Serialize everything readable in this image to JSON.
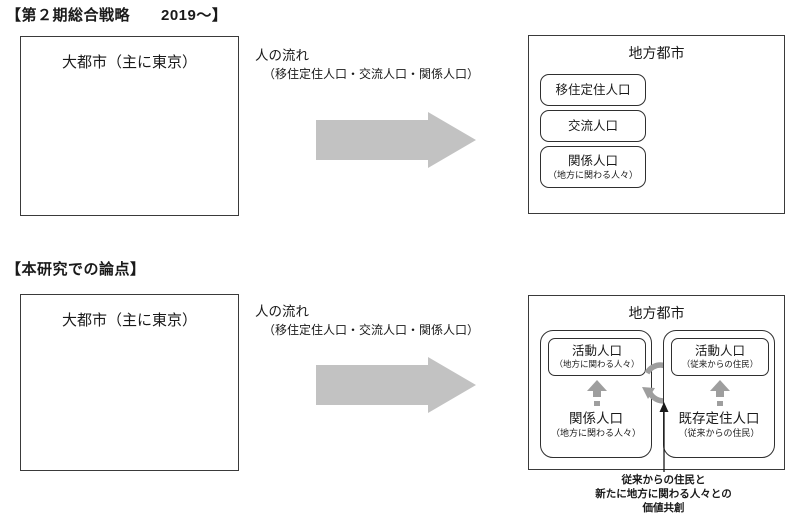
{
  "sections": [
    {
      "heading": "【第２期総合戦略　　2019〜】",
      "origin_box": {
        "label": "大都市（主に東京）"
      },
      "flow": {
        "main": "人の流れ",
        "sub": "（移住定住人口・交流人口・関係人口）",
        "arrow_icon": "right-block-arrow-icon",
        "arrow_color": "#c2c2c2"
      },
      "region_box": {
        "title": "地方都市",
        "items": [
          {
            "main": "移住定住人口",
            "sub": ""
          },
          {
            "main": "交流人口",
            "sub": ""
          },
          {
            "main": "関係人口",
            "sub": "（地方に関わる人々）"
          }
        ]
      }
    },
    {
      "heading": "【本研究での論点】",
      "origin_box": {
        "label": "大都市（主に東京）"
      },
      "flow": {
        "main": "人の流れ",
        "sub": "（移住定住人口・交流人口・関係人口）",
        "arrow_icon": "right-block-arrow-icon",
        "arrow_color": "#c2c2c2"
      },
      "region_box": {
        "title": "地方都市",
        "panels": [
          {
            "top": {
              "main": "活動人口",
              "sub": "（地方に関わる人々）"
            },
            "arrow_icon": "up-arrow-icon",
            "bottom": {
              "main": "関係人口",
              "sub": "（地方に関わる人々）"
            }
          },
          {
            "top": {
              "main": "活動人口",
              "sub": "（従来からの住民）"
            },
            "arrow_icon": "up-arrow-icon",
            "bottom": {
              "main": "既存定住人口",
              "sub": "（従来からの住民）"
            }
          }
        ],
        "cycle_icon": "circular-cycle-arrow-icon",
        "cycle_color": "#9e9e9e"
      },
      "caption": {
        "pointer_icon": "up-arrow-line-icon",
        "lines": [
          "従来からの住民と",
          "新たに地方に関わる人々との",
          "価値共創"
        ]
      }
    }
  ]
}
